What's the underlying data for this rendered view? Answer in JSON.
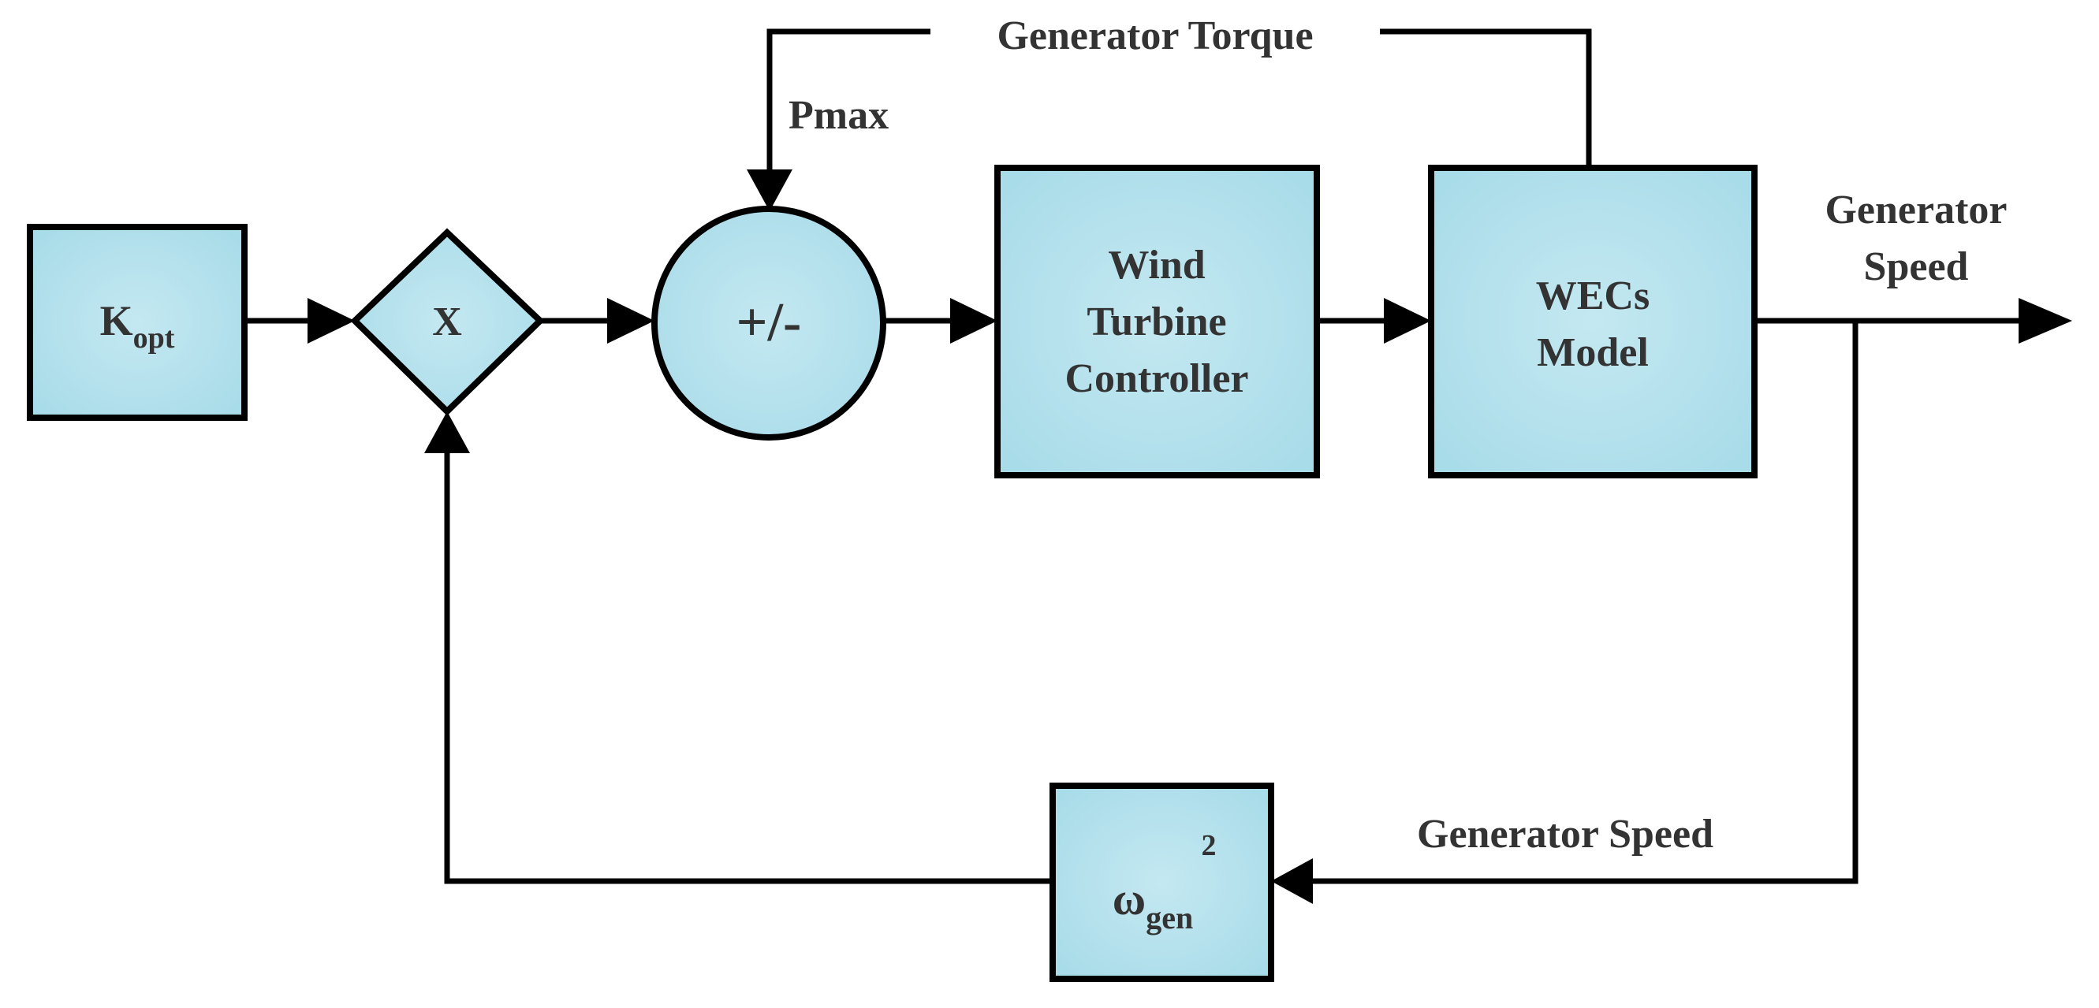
{
  "colors": {
    "block_fill": "#a9dde9",
    "block_fill_center": "#bfe6f0",
    "stroke": "#000000",
    "text": "#333333"
  },
  "blocks": {
    "kopt": {
      "main": "K",
      "sub": "opt"
    },
    "multiplier": {
      "label": "X"
    },
    "summer": {
      "label": "+/-"
    },
    "controller": {
      "line1": "Wind",
      "line2": "Turbine",
      "line3": "Controller"
    },
    "wecs": {
      "line1": "WECs",
      "line2": "Model"
    },
    "omega": {
      "main": "ω",
      "sub": "gen",
      "sup": "2"
    }
  },
  "signals": {
    "torque": "Generator Torque",
    "pmax": "Pmax",
    "speed_out_line1": "Generator",
    "speed_out_line2": "Speed",
    "speed_feedback": "Generator Speed"
  }
}
